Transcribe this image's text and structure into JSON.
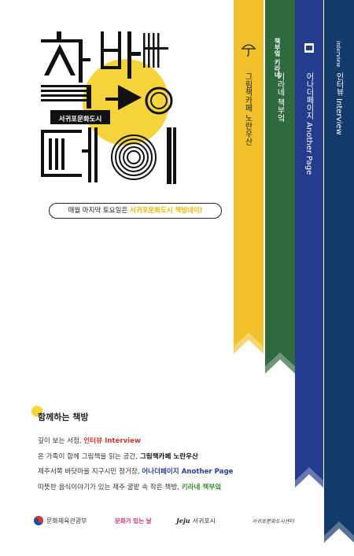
{
  "poster": {
    "title_chars": [
      "책",
      "방",
      "데",
      "이"
    ],
    "badge": "서귀포문화도시",
    "tagline": {
      "pre": "매월 마지막 토요일은 ",
      "city": "서귀포문화도시",
      "event": "책방데이!"
    }
  },
  "ribbons": [
    {
      "label": "그림책카페 노란우산",
      "color": "#f2c02a",
      "text_color": "#222222",
      "logo_text": "",
      "icon": "umbrella-icon"
    },
    {
      "label": "키라네 책부엌",
      "color": "#2f6a3e",
      "text_color": "#ffffff",
      "logo_text": "책부엌 키라네",
      "icon": ""
    },
    {
      "label": "어나더페이지 Another Page",
      "color": "#243c8e",
      "text_color": "#ffffff",
      "logo_text": "",
      "icon": "book-icon"
    },
    {
      "label": "인터뷰 Interview",
      "color": "#123a6b",
      "text_color": "#ffffff",
      "logo_text": "interview",
      "icon": ""
    }
  ],
  "section": {
    "title": "함께하는 책방",
    "items": [
      {
        "pre": "깊이 보는 서점, ",
        "name": "인터뷰 Interview",
        "style": "red"
      },
      {
        "pre": "온 가족이 함께 그림책을 읽는 공간, ",
        "name": "그림책카페 노란우산",
        "style": "dark"
      },
      {
        "pre": "제주서쪽 바닷마을 지구시민 정거장, ",
        "name": "어나더페이지 Another Page",
        "style": "blue"
      },
      {
        "pre": "따뜻한 음식이야기가 있는 제주 굴밭 속 작은 책방, ",
        "name": "키라네 책부엌",
        "style": "green"
      }
    ]
  },
  "footer": {
    "ministry": "문화체육관광부",
    "culture_day": "문화가 있는 날",
    "jeju": "Jeju",
    "seogwipo": "서귀포시",
    "foundation": "서귀포문화도시센터"
  },
  "colors": {
    "yellow_accent": "#f4d43a",
    "highlight": "#e8b800"
  }
}
